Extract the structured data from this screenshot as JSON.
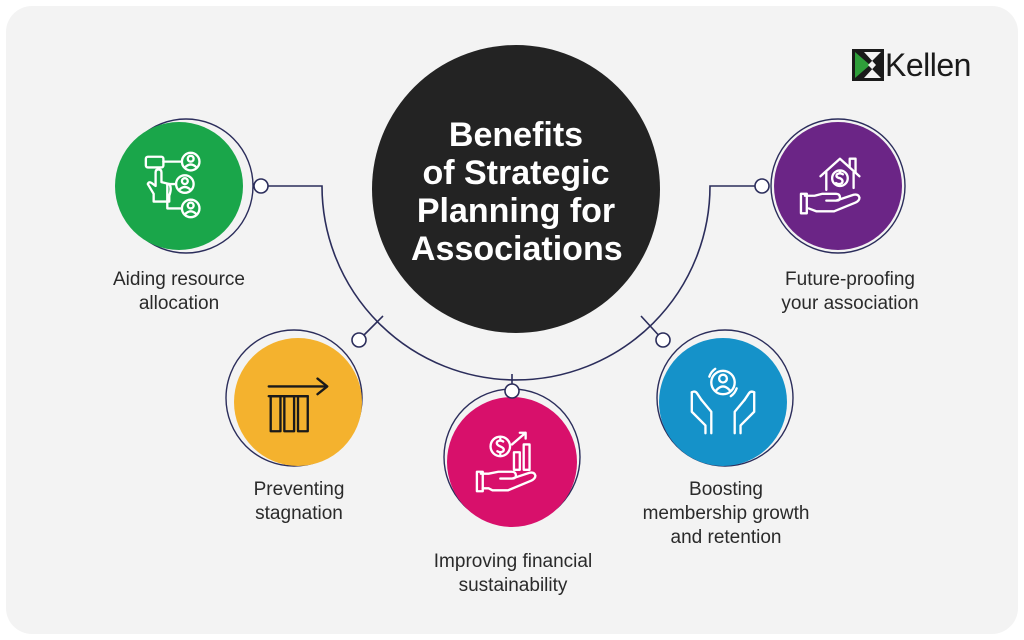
{
  "center": {
    "title": "Benefits\nof Strategic\nPlanning for\nAssociations"
  },
  "logo": {
    "text": "Kellen",
    "mark_colors": {
      "green": "#2f9e3a",
      "black": "#1a1a1a"
    }
  },
  "benefits": [
    {
      "label": "Aiding resource\nallocation",
      "color": "#1aa64a",
      "icon": "resource-allocation-icon"
    },
    {
      "label": "Preventing\nstagnation",
      "color": "#f4b22e",
      "icon": "forward-arrow-bars-icon"
    },
    {
      "label": "Improving financial\nsustainability",
      "color": "#d8106b",
      "icon": "hand-dollar-chart-icon"
    },
    {
      "label": "Boosting\nmembership growth\nand retention",
      "color": "#1592c9",
      "icon": "hands-member-icon"
    },
    {
      "label": "Future-proofing\nyour association",
      "color": "#6b2586",
      "icon": "house-dollar-hand-icon"
    }
  ],
  "colors": {
    "background": "#f3f3f3",
    "center": "#232323",
    "line": "#2b2d5b"
  }
}
